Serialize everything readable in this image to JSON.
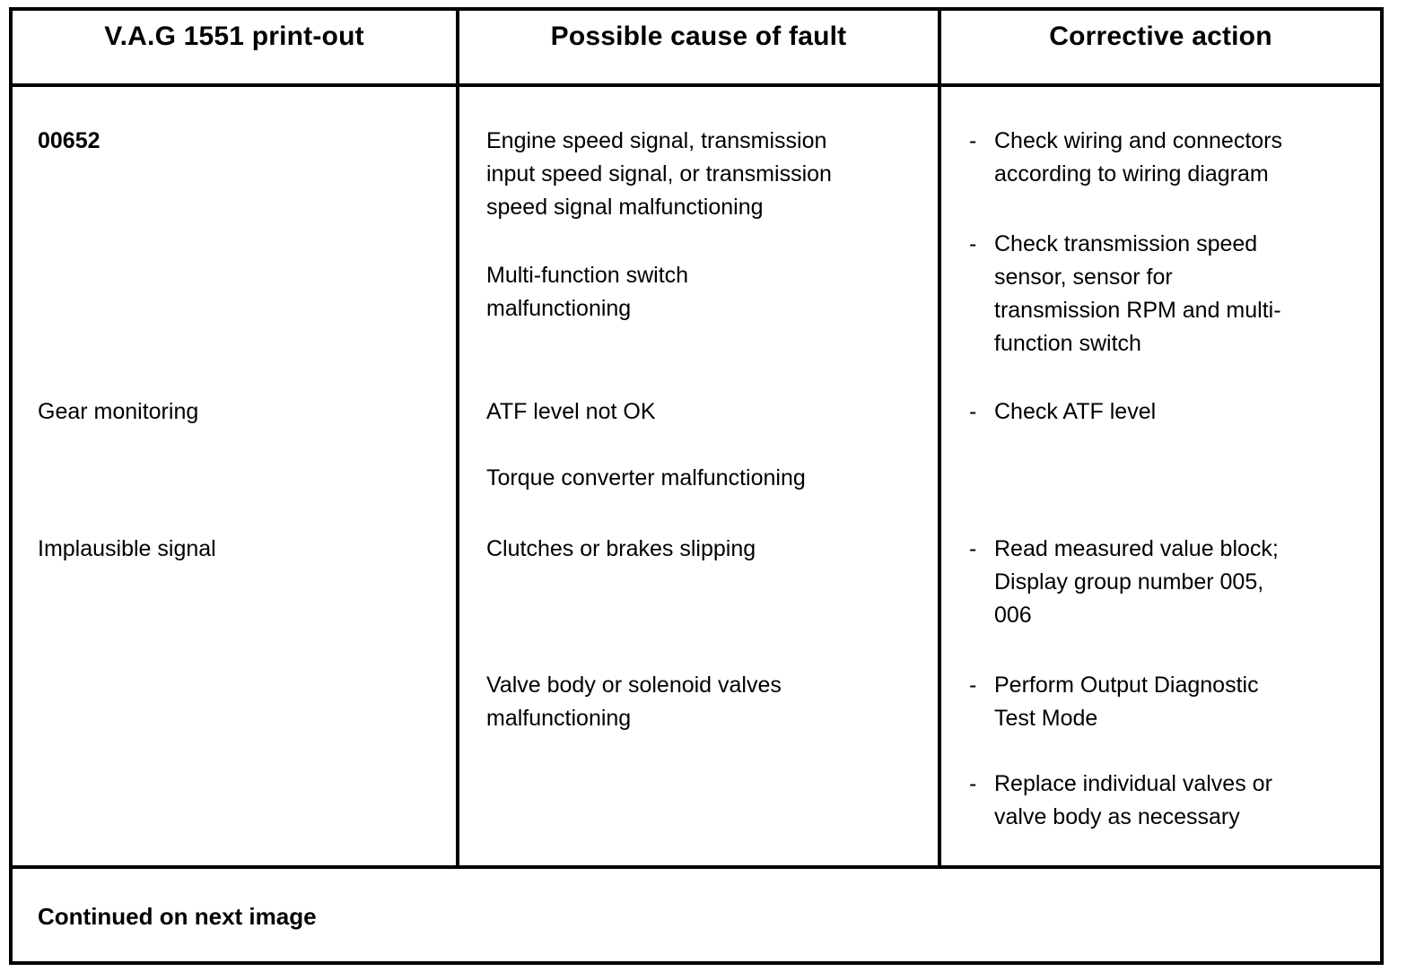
{
  "table": {
    "headers": {
      "printout": "V.A.G 1551 print-out",
      "cause": "Possible cause of fault",
      "action": "Corrective action"
    },
    "bullet": "-",
    "printout_col": {
      "code": "00652",
      "gear_monitoring": "Gear monitoring",
      "implausible_signal": "Implausible signal"
    },
    "cause_col": {
      "speed_signals": "Engine speed signal, transmission\ninput speed signal, or transmission\nspeed signal malfunctioning",
      "multifunction_switch": "Multi-function switch\nmalfunctioning",
      "atf_level": "ATF level not OK",
      "torque_converter": "Torque converter malfunctioning",
      "clutches_brakes": "Clutches or brakes slipping",
      "valve_body": "Valve body or solenoid valves\nmalfunctioning"
    },
    "action_col": {
      "check_wiring": "Check wiring and connectors\naccording to wiring diagram",
      "check_sensors": "Check transmission speed\nsensor, sensor for\ntransmission RPM and multi-\nfunction switch",
      "check_atf": "Check ATF level",
      "read_value_block": "Read measured value block;\nDisplay group number 005,\n006",
      "output_test": "Perform Output Diagnostic\nTest Mode",
      "replace_valves": "Replace individual valves or\nvalve body as necessary"
    },
    "footer": "Continued on next image"
  }
}
